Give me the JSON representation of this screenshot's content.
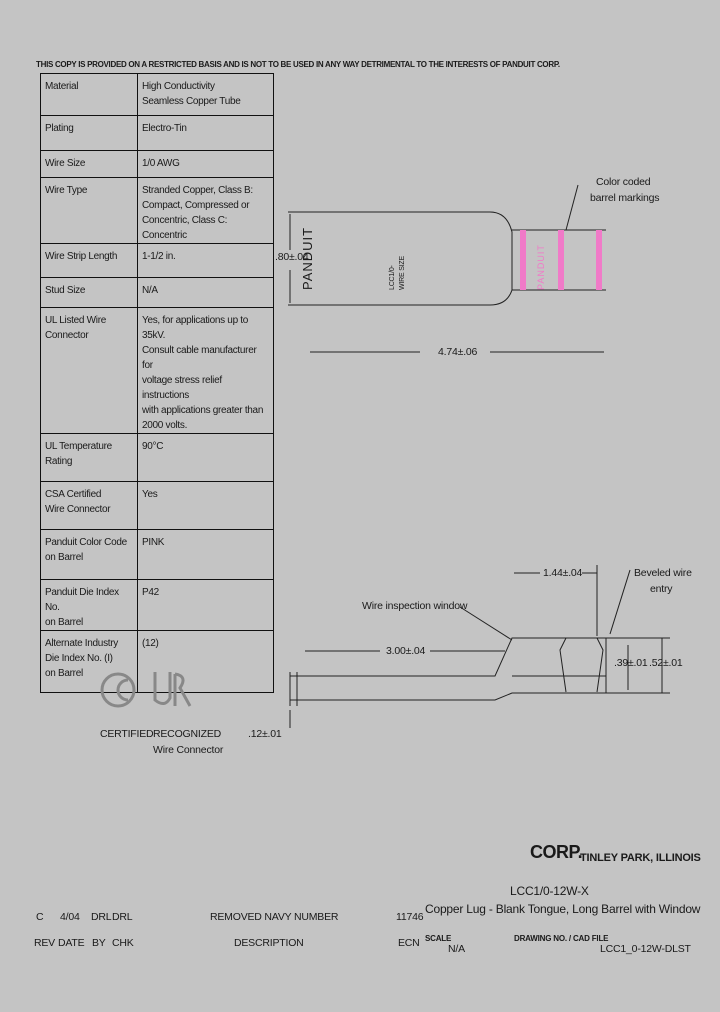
{
  "header_notice": "THIS COPY IS PROVIDED ON A RESTRICTED BASIS AND IS NOT TO BE USED IN ANY WAY DETRIMENTAL TO THE INTERESTS OF PANDUIT CORP.",
  "spec_table": [
    {
      "label": [
        "Material"
      ],
      "value": [
        "High Conductivity",
        "Seamless Copper Tube"
      ]
    },
    {
      "label": [
        "Plating"
      ],
      "value": [
        "Electro-Tin"
      ]
    },
    {
      "label": [
        "Wire Size"
      ],
      "value": [
        "1/0 AWG"
      ]
    },
    {
      "label": [
        "Wire Type"
      ],
      "value": [
        "Stranded Copper, Class B:",
        "Compact, Compressed or",
        "Concentric, Class C: Concentric"
      ]
    },
    {
      "label": [
        "Wire Strip Length"
      ],
      "value": [
        "1-1/2 in."
      ]
    },
    {
      "label": [
        "Stud Size"
      ],
      "value": [
        "N/A"
      ]
    },
    {
      "label": [
        "UL Listed Wire",
        "Connector"
      ],
      "value": [
        "Yes, for applications up to 35kV.",
        "Consult cable manufacturer for",
        "voltage stress relief instructions",
        "with applications greater than",
        "2000 volts."
      ]
    },
    {
      "label": [
        "UL Temperature",
        "Rating"
      ],
      "value": [
        "90°C"
      ]
    },
    {
      "label": [
        "CSA Certified",
        "Wire Connector"
      ],
      "value": [
        "Yes"
      ]
    },
    {
      "label": [
        "Panduit Color Code",
        "on Barrel"
      ],
      "value": [
        "PINK"
      ]
    },
    {
      "label": [
        "Panduit Die Index No.",
        "on Barrel"
      ],
      "value": [
        "P42"
      ]
    },
    {
      "label": [
        "Alternate Industry",
        "Die Index No. (I)",
        "on Barrel"
      ],
      "value": [
        "(12)"
      ]
    }
  ],
  "drawing": {
    "color_label": [
      "Color coded",
      "barrel markings"
    ],
    "dim_height": ".80±.04",
    "dim_length": "4.74±.06",
    "brand": "PANDUIT",
    "barrel_text": [
      "LCC1/0-",
      "WIRE SIZE"
    ],
    "barrel_color": "#f07ac8",
    "dim_144": "1.44±.04",
    "beveled": [
      "Beveled wire",
      "entry"
    ],
    "window_label": "Wire inspection window",
    "dim_300": "3.00±.04",
    "dim_39": ".39±.01",
    "dim_52": ".52±.01",
    "dim_12": ".12±.01"
  },
  "certs": {
    "csa_label": "CERTIFIED",
    "ul_label": [
      "RECOGNIZED",
      "Wire Connector"
    ]
  },
  "title_block": {
    "company": "CORP.",
    "location": "TINLEY PARK, ILLINOIS",
    "part_number": "LCC1/0-12W-X",
    "title": "Copper Lug - Blank Tongue, Long Barrel with Window",
    "rev_row": {
      "rev": "C",
      "date": "4/04",
      "by": "DRL",
      "chk": "DRL",
      "description": "REMOVED NAVY NUMBER",
      "ecn": "11746"
    },
    "headers": {
      "rev": "REV",
      "date": "DATE",
      "by": "BY",
      "chk": "CHK",
      "description": "DESCRIPTION",
      "ecn": "ECN",
      "scale": "SCALE",
      "drawing": "DRAWING NO. / CAD FILE"
    },
    "scale": "N/A",
    "drawing_no": "LCC1_0-12W-DLST"
  }
}
